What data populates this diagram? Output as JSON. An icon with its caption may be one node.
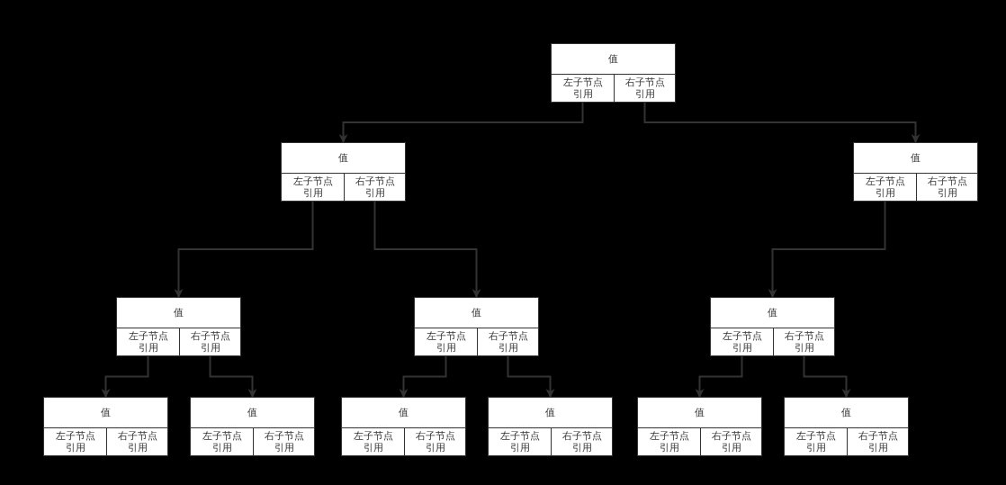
{
  "diagram": {
    "nodes": [
      {
        "text": [],
        "shape": "box"
      },
      {
        "text": [
          "值"
        ],
        "in": 0
      },
      {
        "text": [
          "左子节点引用"
        ],
        "in": 0
      },
      {
        "text": [
          "右子节点引用"
        ],
        "in": 0
      },
      {
        "text": [],
        "shape": "box"
      },
      {
        "text": [
          "值"
        ],
        "in": 4
      },
      {
        "text": [
          "左子节点引用"
        ],
        "in": 4
      },
      {
        "text": [
          "右子节点引用"
        ],
        "in": 4
      },
      {
        "text": [],
        "shape": "box"
      },
      {
        "text": [
          "值"
        ],
        "in": 8
      },
      {
        "text": [
          "左子节点引用"
        ],
        "in": 8
      },
      {
        "text": [
          "右子节点引用"
        ],
        "in": 8
      },
      {
        "text": [],
        "shape": "box"
      },
      {
        "text": [
          "值"
        ],
        "in": 12
      },
      {
        "text": [
          "左子节点引用"
        ],
        "in": 12
      },
      {
        "text": [
          "右子节点引用"
        ],
        "in": 12
      },
      {
        "text": [],
        "shape": "box"
      },
      {
        "text": [
          "值"
        ],
        "in": 16
      },
      {
        "text": [
          "左子节点引用"
        ],
        "in": 16
      },
      {
        "text": [
          "右子节点引用"
        ],
        "in": 16
      },
      {
        "text": [],
        "shape": "box"
      },
      {
        "text": [
          "值"
        ],
        "in": 20
      },
      {
        "text": [
          "左子节点引用"
        ],
        "in": 20
      },
      {
        "text": [
          "右子节点引用"
        ],
        "in": 20
      },
      {
        "text": [],
        "shape": "box"
      },
      {
        "text": [
          "值"
        ],
        "in": 24
      },
      {
        "text": [
          "左子节点引用"
        ],
        "in": 24
      },
      {
        "text": [
          "右子节点引用"
        ],
        "in": 24
      },
      {
        "text": [],
        "shape": "box"
      },
      {
        "text": [
          "值"
        ],
        "in": 28
      },
      {
        "text": [
          "左子节点引用"
        ],
        "in": 28
      },
      {
        "text": [
          "右子节点引用"
        ],
        "in": 28
      },
      {
        "text": [],
        "shape": "box"
      },
      {
        "text": [
          "值"
        ],
        "in": 32
      },
      {
        "text": [
          "左子节点引用"
        ],
        "in": 32
      },
      {
        "text": [
          "右子节点引用"
        ],
        "in": 32
      },
      {
        "text": [],
        "shape": "box"
      },
      {
        "text": [
          "值"
        ],
        "in": 36
      },
      {
        "text": [
          "左子节点引用"
        ],
        "in": 36
      },
      {
        "text": [
          "右子节点引用"
        ],
        "in": 36
      },
      {
        "text": [],
        "shape": "box"
      },
      {
        "text": [
          "值"
        ],
        "in": 40
      },
      {
        "text": [
          "左子节点引用"
        ],
        "in": 40
      },
      {
        "text": [
          "右子节点引用"
        ],
        "in": 40
      },
      {
        "text": [],
        "shape": "box"
      },
      {
        "text": [
          "值"
        ],
        "in": 44
      },
      {
        "text": [
          "左子节点引用"
        ],
        "in": 44
      },
      {
        "text": [
          "右子节点引用"
        ],
        "in": 44
      }
    ],
    "edges": [
      {
        "from": 2,
        "to": 4,
        "arrow": "to"
      },
      {
        "from": 3,
        "to": 8,
        "arrow": "to"
      },
      {
        "from": 6,
        "to": 12,
        "arrow": "to"
      },
      {
        "from": 7,
        "to": 16,
        "arrow": "to"
      },
      {
        "from": 10,
        "to": 20,
        "arrow": "to"
      },
      {
        "from": 14,
        "to": 24,
        "arrow": "to"
      },
      {
        "from": 15,
        "to": 28,
        "arrow": "to"
      },
      {
        "from": 18,
        "to": 32,
        "arrow": "to"
      },
      {
        "from": 19,
        "to": 36,
        "arrow": "to"
      },
      {
        "from": 22,
        "to": 40,
        "arrow": "to"
      },
      {
        "from": 23,
        "to": 44,
        "arrow": "to"
      }
    ]
  }
}
